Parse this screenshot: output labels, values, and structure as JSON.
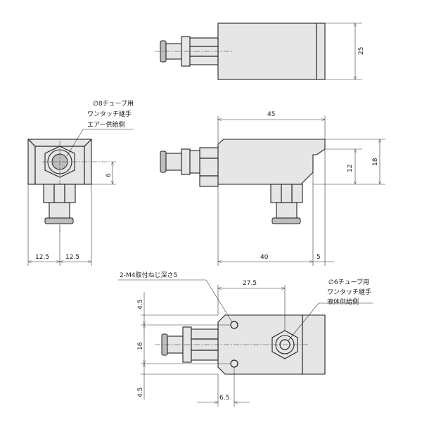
{
  "top_view": {
    "dim_height": "25"
  },
  "side_view": {
    "dim_length": "45",
    "dim_slot": "12",
    "dim_height": "18",
    "dim_body": "40",
    "dim_tail": "5"
  },
  "end_view": {
    "dim_left": "12.5",
    "dim_right": "12.5",
    "dim_offset": "6",
    "note": [
      "∅8チューブ用",
      "ワンタッチ継手",
      "エアー供給側"
    ]
  },
  "bottom_view": {
    "dim_port": "27.5",
    "dim_top": "4.5",
    "dim_pitch": "16",
    "dim_bottom": "4.5",
    "dim_hole": "6.5",
    "screw_note": "2-M4取付ねじ深さ5",
    "note": [
      "∅6チューブ用",
      "ワンタッチ継手",
      "液体供給側"
    ]
  }
}
